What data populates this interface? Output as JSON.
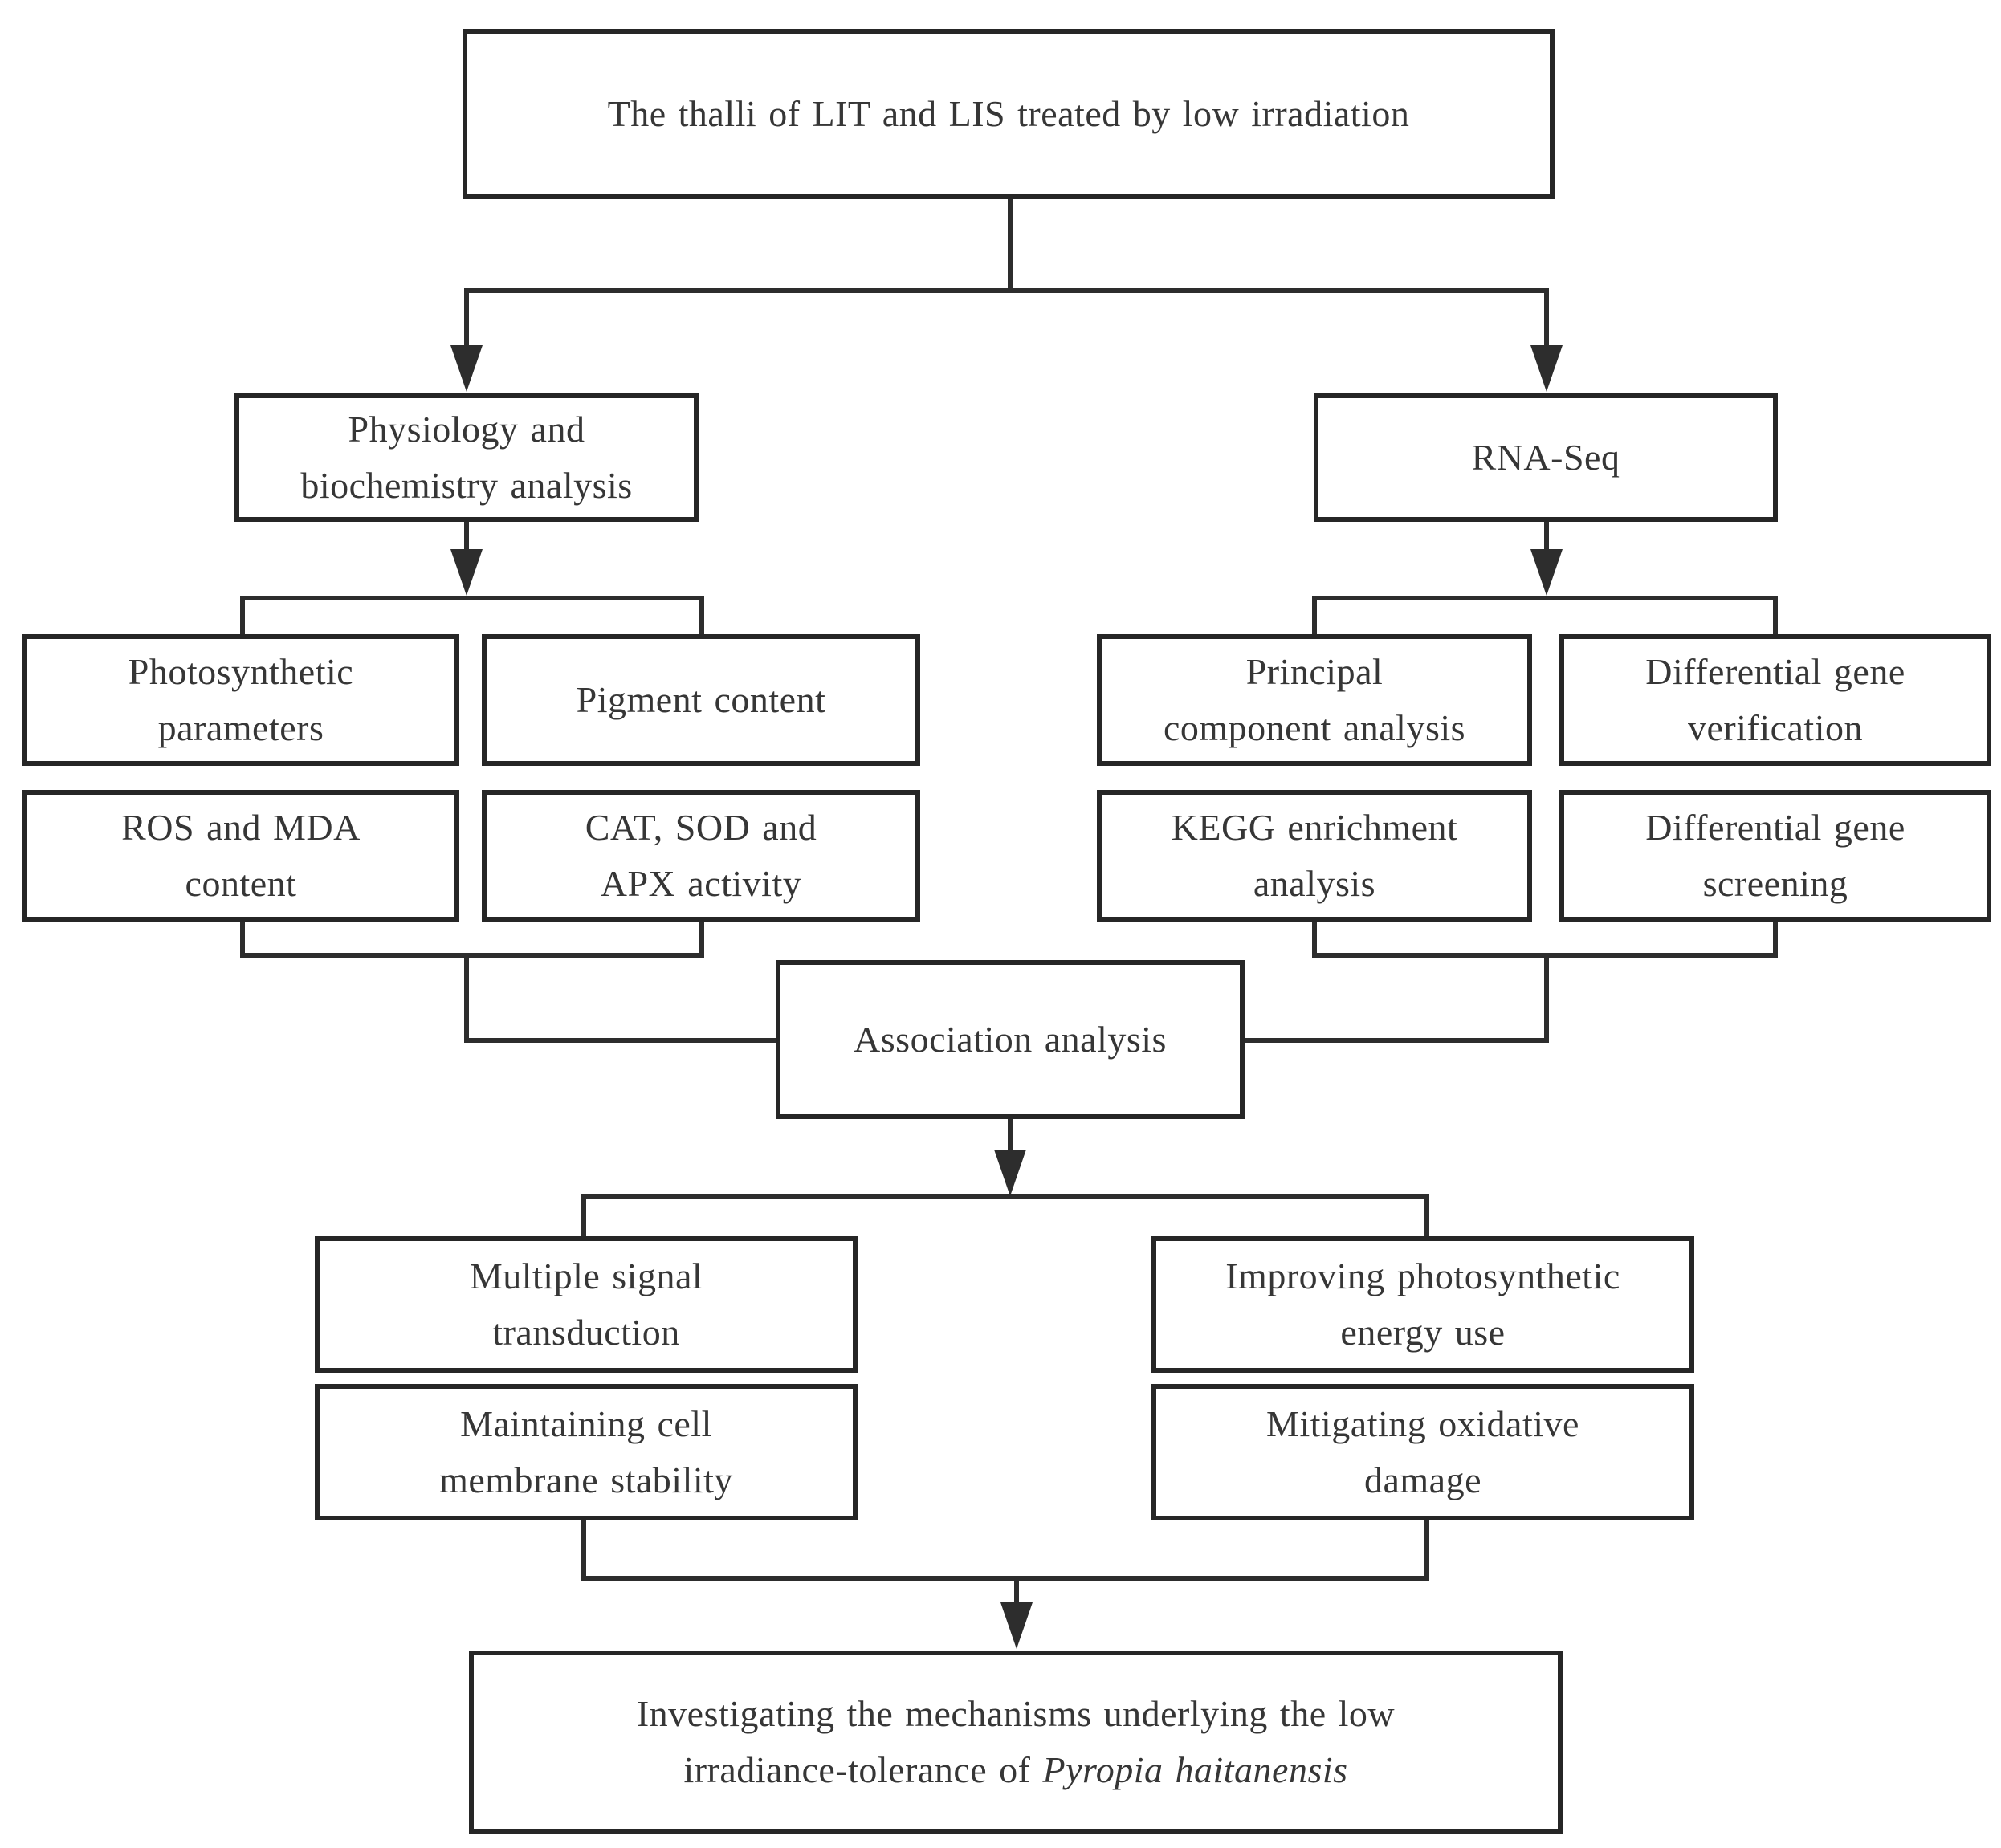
{
  "figure": {
    "background_color": "#ffffff",
    "line_color": "#2d2d2d",
    "text_color": "#363636",
    "type": "flowchart"
  },
  "nodes": {
    "root": {
      "lines": [
        "The thalli of LIT and LIS treated by low irradiation"
      ]
    },
    "physiology": {
      "lines": [
        "Physiology and",
        "biochemistry analysis"
      ]
    },
    "rnaseq": {
      "lines": [
        "RNA-Seq"
      ]
    },
    "photosynthetic": {
      "lines": [
        "Photosynthetic",
        "parameters"
      ]
    },
    "pigment": {
      "lines": [
        "Pigment content"
      ]
    },
    "ros_mda": {
      "lines": [
        "ROS and MDA",
        "content"
      ]
    },
    "cat_sod_apx": {
      "lines": [
        "CAT, SOD and",
        "APX activity"
      ]
    },
    "pca": {
      "lines": [
        "Principal",
        "component analysis"
      ]
    },
    "dg_verification": {
      "lines": [
        "Differential gene",
        "verification"
      ]
    },
    "kegg": {
      "lines": [
        "KEGG enrichment",
        "analysis"
      ]
    },
    "dg_screening": {
      "lines": [
        "Differential gene",
        "screening"
      ]
    },
    "association": {
      "lines": [
        "Association analysis"
      ]
    },
    "signal": {
      "lines": [
        "Multiple signal",
        "transduction"
      ]
    },
    "energy": {
      "lines": [
        "Improving photosynthetic",
        "energy use"
      ]
    },
    "membrane": {
      "lines": [
        "Maintaining cell",
        "membrane stability"
      ]
    },
    "oxidative": {
      "lines": [
        "Mitigating oxidative",
        "damage"
      ]
    },
    "conclusion": {
      "lines": [
        "Investigating the mechanisms underlying the low"
      ],
      "line2_prefix": "irradiance-tolerance of ",
      "species": "Pyropia haitanensis"
    }
  }
}
